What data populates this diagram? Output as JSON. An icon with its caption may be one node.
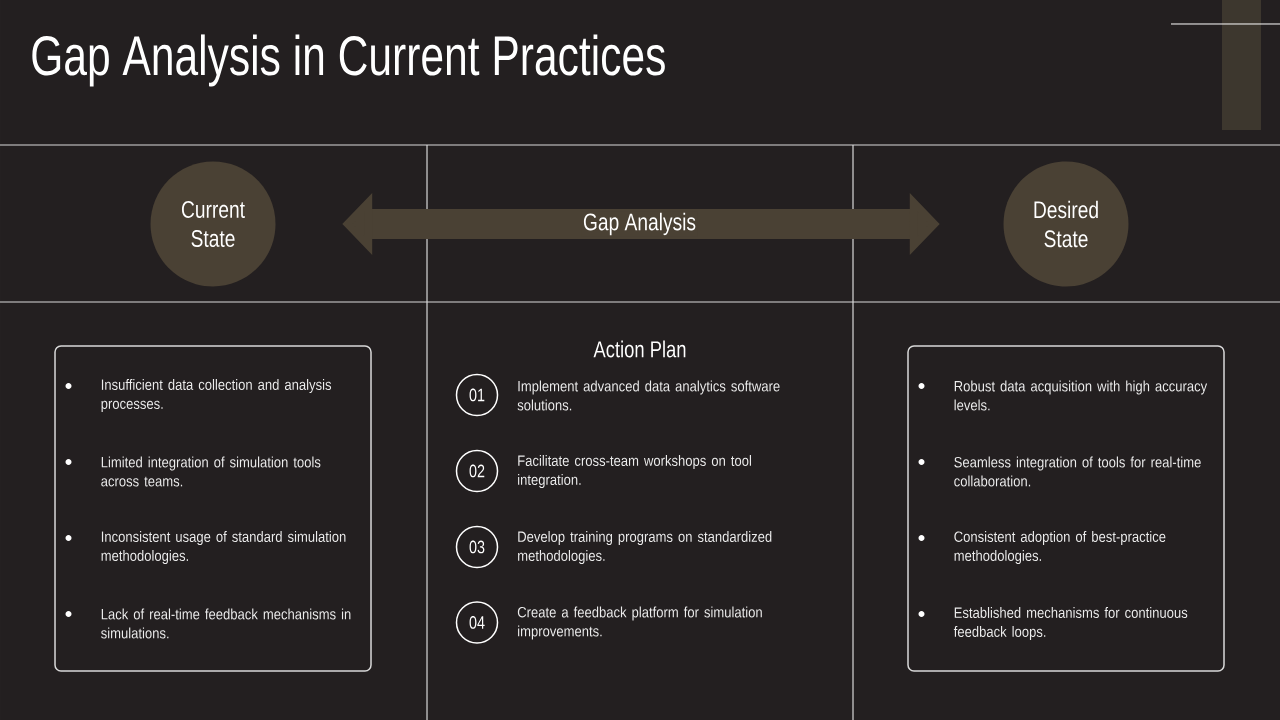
{
  "diagram": {
    "title": "Gap Analysis in Current Practices",
    "nodes": [
      {
        "text": [
          "Current State"
        ]
      },
      {
        "text": [
          "Desired State"
        ]
      },
      {
        "text": [
          "Insufficient data collection and analysis processes.",
          "Limited integration of simulation tools across teams.",
          "Inconsistent usage of standard simulation methodologies.",
          "Lack of real-time feedback mechanisms in simulations."
        ]
      },
      {
        "text": [
          "01"
        ],
        "beside": [
          "Implement advanced data analytics software solutions."
        ]
      },
      {
        "text": [
          "02"
        ],
        "beside": [
          "Facilitate cross-team workshops on tool integration."
        ]
      },
      {
        "text": [
          "03"
        ],
        "beside": [
          "Develop training programs on standardized methodologies."
        ]
      },
      {
        "text": [
          "04"
        ],
        "beside": [
          "Create a feedback platform for simulation improvements."
        ]
      },
      {
        "text": [
          "Robust data acquisition with high accuracy levels.",
          "Seamless integration of tools for real-time collaboration.",
          "Consistent adoption of best-practice methodologies.",
          "Established mechanisms for continuous feedback loops."
        ]
      }
    ],
    "edges": [
      {
        "from": 0,
        "to": 1,
        "arrow": "both",
        "label": "Gap Analysis",
        "color": "#4a4134"
      }
    ],
    "labels": [
      "Action Plan"
    ]
  }
}
